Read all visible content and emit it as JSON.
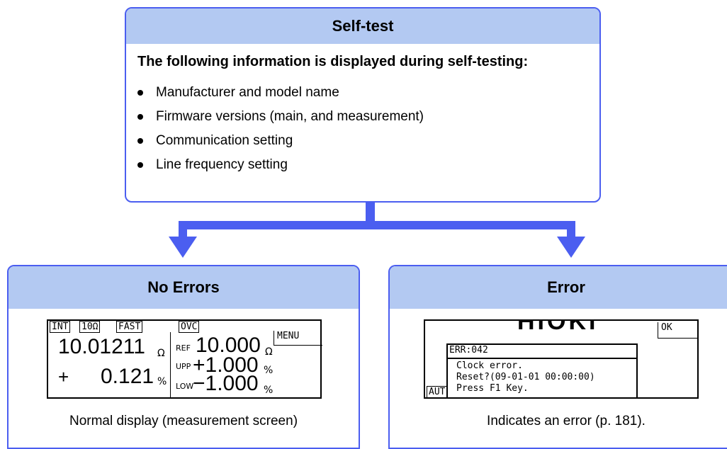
{
  "selftest": {
    "title": "Self-test",
    "intro": "The following information is displayed during self-testing:",
    "items": [
      "Manufacturer and model name",
      "Firmware versions (main, and measurement)",
      "Communication setting",
      "Line frequency setting"
    ]
  },
  "no_errors": {
    "title": "No Errors",
    "caption": "Normal display (measurement screen)",
    "lcd": {
      "tag_int": "INT",
      "tag_range": "10Ω",
      "tag_fast": "FAST",
      "tag_ovc": "OVC",
      "menu": "MENU",
      "value_main": "10.01211",
      "unit_main": "Ω",
      "sign": "+",
      "value_pct": "0.121",
      "unit_pct": "%",
      "ref_label": "REF",
      "ref_value": "10.000",
      "ref_unit": "Ω",
      "upp_label": "UPP",
      "upp_value": "+1.000",
      "upp_unit": "%",
      "low_label": "LOW",
      "low_value": "−1.000",
      "low_unit": "%"
    }
  },
  "error": {
    "title": "Error",
    "caption": "Indicates an error (p. 181).",
    "lcd": {
      "logo": "HIOKI",
      "ok": "OK",
      "err_code": "ERR:042",
      "line1": "Clock error.",
      "line2": "Reset?(09-01-01 00:00:00)",
      "line3": "Press F1 Key.",
      "aut": "AUT"
    }
  },
  "colors": {
    "accent": "#4b5ef0",
    "header_fill": "#b3c9f2"
  }
}
